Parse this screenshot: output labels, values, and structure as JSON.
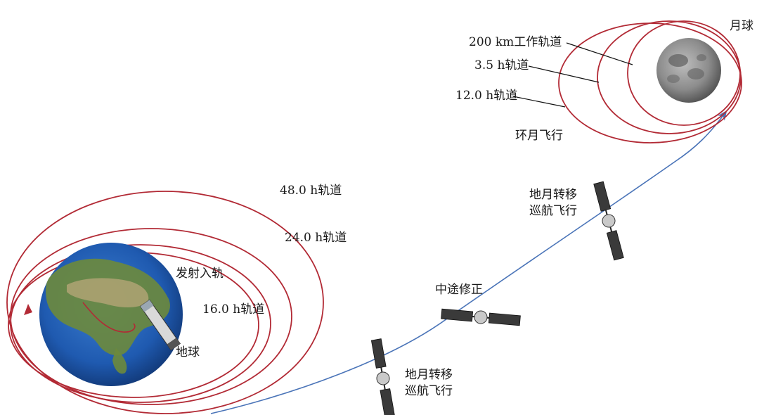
{
  "labels": {
    "moon": "月球",
    "orbit_200km": "200 km工作轨道",
    "orbit_3_5h": "3.5 h轨道",
    "orbit_12h": "12.0 h轨道",
    "lunar_flight": "环月飞行",
    "transfer_upper_line1": "地月转移",
    "transfer_upper_line2": "巡航飞行",
    "midcourse": "中途修正",
    "transfer_lower_line1": "地月转移",
    "transfer_lower_line2": "巡航飞行",
    "orbit_48h": "48.0 h轨道",
    "orbit_24h": "24.0 h轨道",
    "launch": "发射入轨",
    "orbit_16h": "16.0 h轨道",
    "earth": "地球"
  },
  "colors": {
    "orbit": "#b22a35",
    "trajectory": "#4a74b8",
    "leader": "#111111",
    "ocean": "#1f5ab0",
    "land": "#6d8a3c"
  }
}
